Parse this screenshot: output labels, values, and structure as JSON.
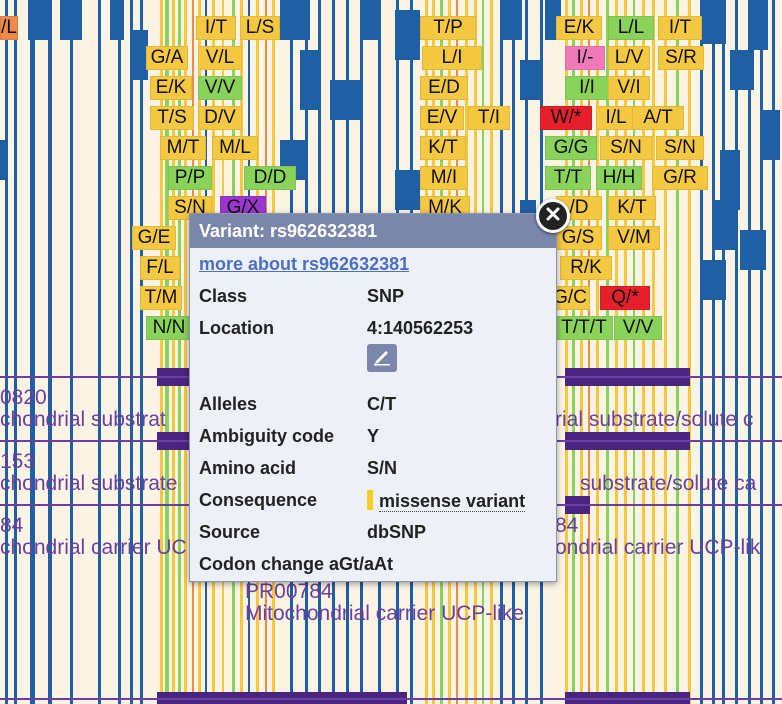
{
  "colors": {
    "background": "#fbf4e4",
    "variant_blue": "#1f5fa3",
    "protein_purple": "#4a2580",
    "popup_header": "#7b87aa",
    "link": "#4a6fc4",
    "missense": "#f5cf24"
  },
  "track": {
    "codons": [
      {
        "label": "/L",
        "color": "#f08a4b"
      },
      {
        "label": "I/T",
        "color": "#f5c842"
      },
      {
        "label": "L/S",
        "color": "#f5c842"
      },
      {
        "label": "G/A",
        "color": "#f5c842"
      },
      {
        "label": "V/L",
        "color": "#f5c842"
      },
      {
        "label": "E/K",
        "color": "#f5c842"
      },
      {
        "label": "V/V",
        "color": "#8ad35a"
      },
      {
        "label": "T/S",
        "color": "#f5c842"
      },
      {
        "label": "D/V",
        "color": "#f5c842"
      },
      {
        "label": "M/T",
        "color": "#f5c842"
      },
      {
        "label": "M/L",
        "color": "#f5c842"
      },
      {
        "label": "P/P",
        "color": "#8ad35a"
      },
      {
        "label": "D/D",
        "color": "#8ad35a"
      },
      {
        "label": "S/N",
        "color": "#f5c842"
      },
      {
        "label": "G/X",
        "color": "#9c36d0"
      },
      {
        "label": "G/E",
        "color": "#f5c842"
      },
      {
        "label": "F/L",
        "color": "#f5c842"
      },
      {
        "label": "T/M",
        "color": "#f5c842"
      },
      {
        "label": "N/N",
        "color": "#8ad35a"
      },
      {
        "label": "T/P",
        "color": "#f5c842"
      },
      {
        "label": "L/I",
        "color": "#f5c842"
      },
      {
        "label": "E/D",
        "color": "#f5c842"
      },
      {
        "label": "E/V",
        "color": "#f5c842"
      },
      {
        "label": "T/I",
        "color": "#f5c842"
      },
      {
        "label": "K/T",
        "color": "#f5c842"
      },
      {
        "label": "M/I",
        "color": "#f5c842"
      },
      {
        "label": "M/K",
        "color": "#f5c842"
      },
      {
        "label": "E/K",
        "color": "#f5c842"
      },
      {
        "label": "L/L",
        "color": "#8ad35a"
      },
      {
        "label": "I/T",
        "color": "#f5c842"
      },
      {
        "label": "I/-",
        "color": "#f07ab8"
      },
      {
        "label": "L/V",
        "color": "#f5c842"
      },
      {
        "label": "S/R",
        "color": "#f5c842"
      },
      {
        "label": "I/I",
        "color": "#8ad35a"
      },
      {
        "label": "V/I",
        "color": "#f5c842"
      },
      {
        "label": "W/*",
        "color": "#e5202a"
      },
      {
        "label": "I/L",
        "color": "#f5c842"
      },
      {
        "label": "A/T",
        "color": "#f5c842"
      },
      {
        "label": "G/G",
        "color": "#8ad35a"
      },
      {
        "label": "S/N",
        "color": "#f5c842"
      },
      {
        "label": "S/N",
        "color": "#f5c842"
      },
      {
        "label": "T/T",
        "color": "#8ad35a"
      },
      {
        "label": "H/H",
        "color": "#8ad35a"
      },
      {
        "label": "G/R",
        "color": "#f5c842"
      },
      {
        "label": "/D",
        "color": "#f5c842"
      },
      {
        "label": "K/T",
        "color": "#f5c842"
      },
      {
        "label": "G/S",
        "color": "#f5c842"
      },
      {
        "label": "V/M",
        "color": "#f5c842"
      },
      {
        "label": "R/K",
        "color": "#f5c842"
      },
      {
        "label": "G/C",
        "color": "#f5c842"
      },
      {
        "label": "Q/*",
        "color": "#e5202a"
      },
      {
        "label": "T/T/T",
        "color": "#8ad35a"
      },
      {
        "label": "V/V",
        "color": "#8ad35a"
      }
    ],
    "protein_texts": [
      "0820",
      "chondrial substrat",
      "rial substrate/solute c",
      "153",
      "chondrial substrate",
      "substrate/solute ca",
      "84",
      "chondrial carrier UC",
      "84",
      "ondrial carrier UCP-lik",
      "PR00784",
      "Mitochondrial carrier UCP-like"
    ]
  },
  "popup": {
    "title": "Variant: rs962632381",
    "link_text": "more about rs962632381",
    "rows": [
      {
        "label": "Class",
        "value": "SNP"
      },
      {
        "label": "Location",
        "value": "4:140562253"
      },
      {
        "label": "Alleles",
        "value": "C/T"
      },
      {
        "label": "Ambiguity code",
        "value": "Y"
      },
      {
        "label": "Amino acid",
        "value": "S/N"
      },
      {
        "label": "Consequence",
        "value": "missense variant"
      },
      {
        "label": "Source",
        "value": "dbSNP"
      },
      {
        "label": "Codon change",
        "value": "aGt/aAt"
      }
    ]
  },
  "icons": {
    "close": "close-icon",
    "location": "pencil-icon"
  }
}
